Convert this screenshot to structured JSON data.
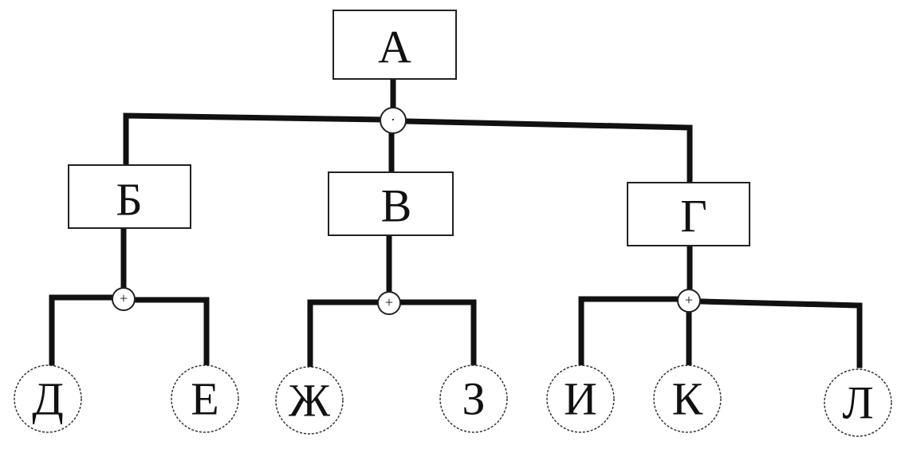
{
  "tree": {
    "root": {
      "label": "А"
    },
    "level1_operator": {
      "symbol": "·"
    },
    "level1": [
      {
        "label": "Б"
      },
      {
        "label": "В"
      },
      {
        "label": "Г"
      }
    ],
    "level2_operators": [
      {
        "symbol": "+"
      },
      {
        "symbol": "+"
      },
      {
        "symbol": "+"
      }
    ],
    "leaves": [
      {
        "label": "Д"
      },
      {
        "label": "Е"
      },
      {
        "label": "Ж"
      },
      {
        "label": "З"
      },
      {
        "label": "И"
      },
      {
        "label": "К"
      },
      {
        "label": "Л"
      }
    ]
  }
}
